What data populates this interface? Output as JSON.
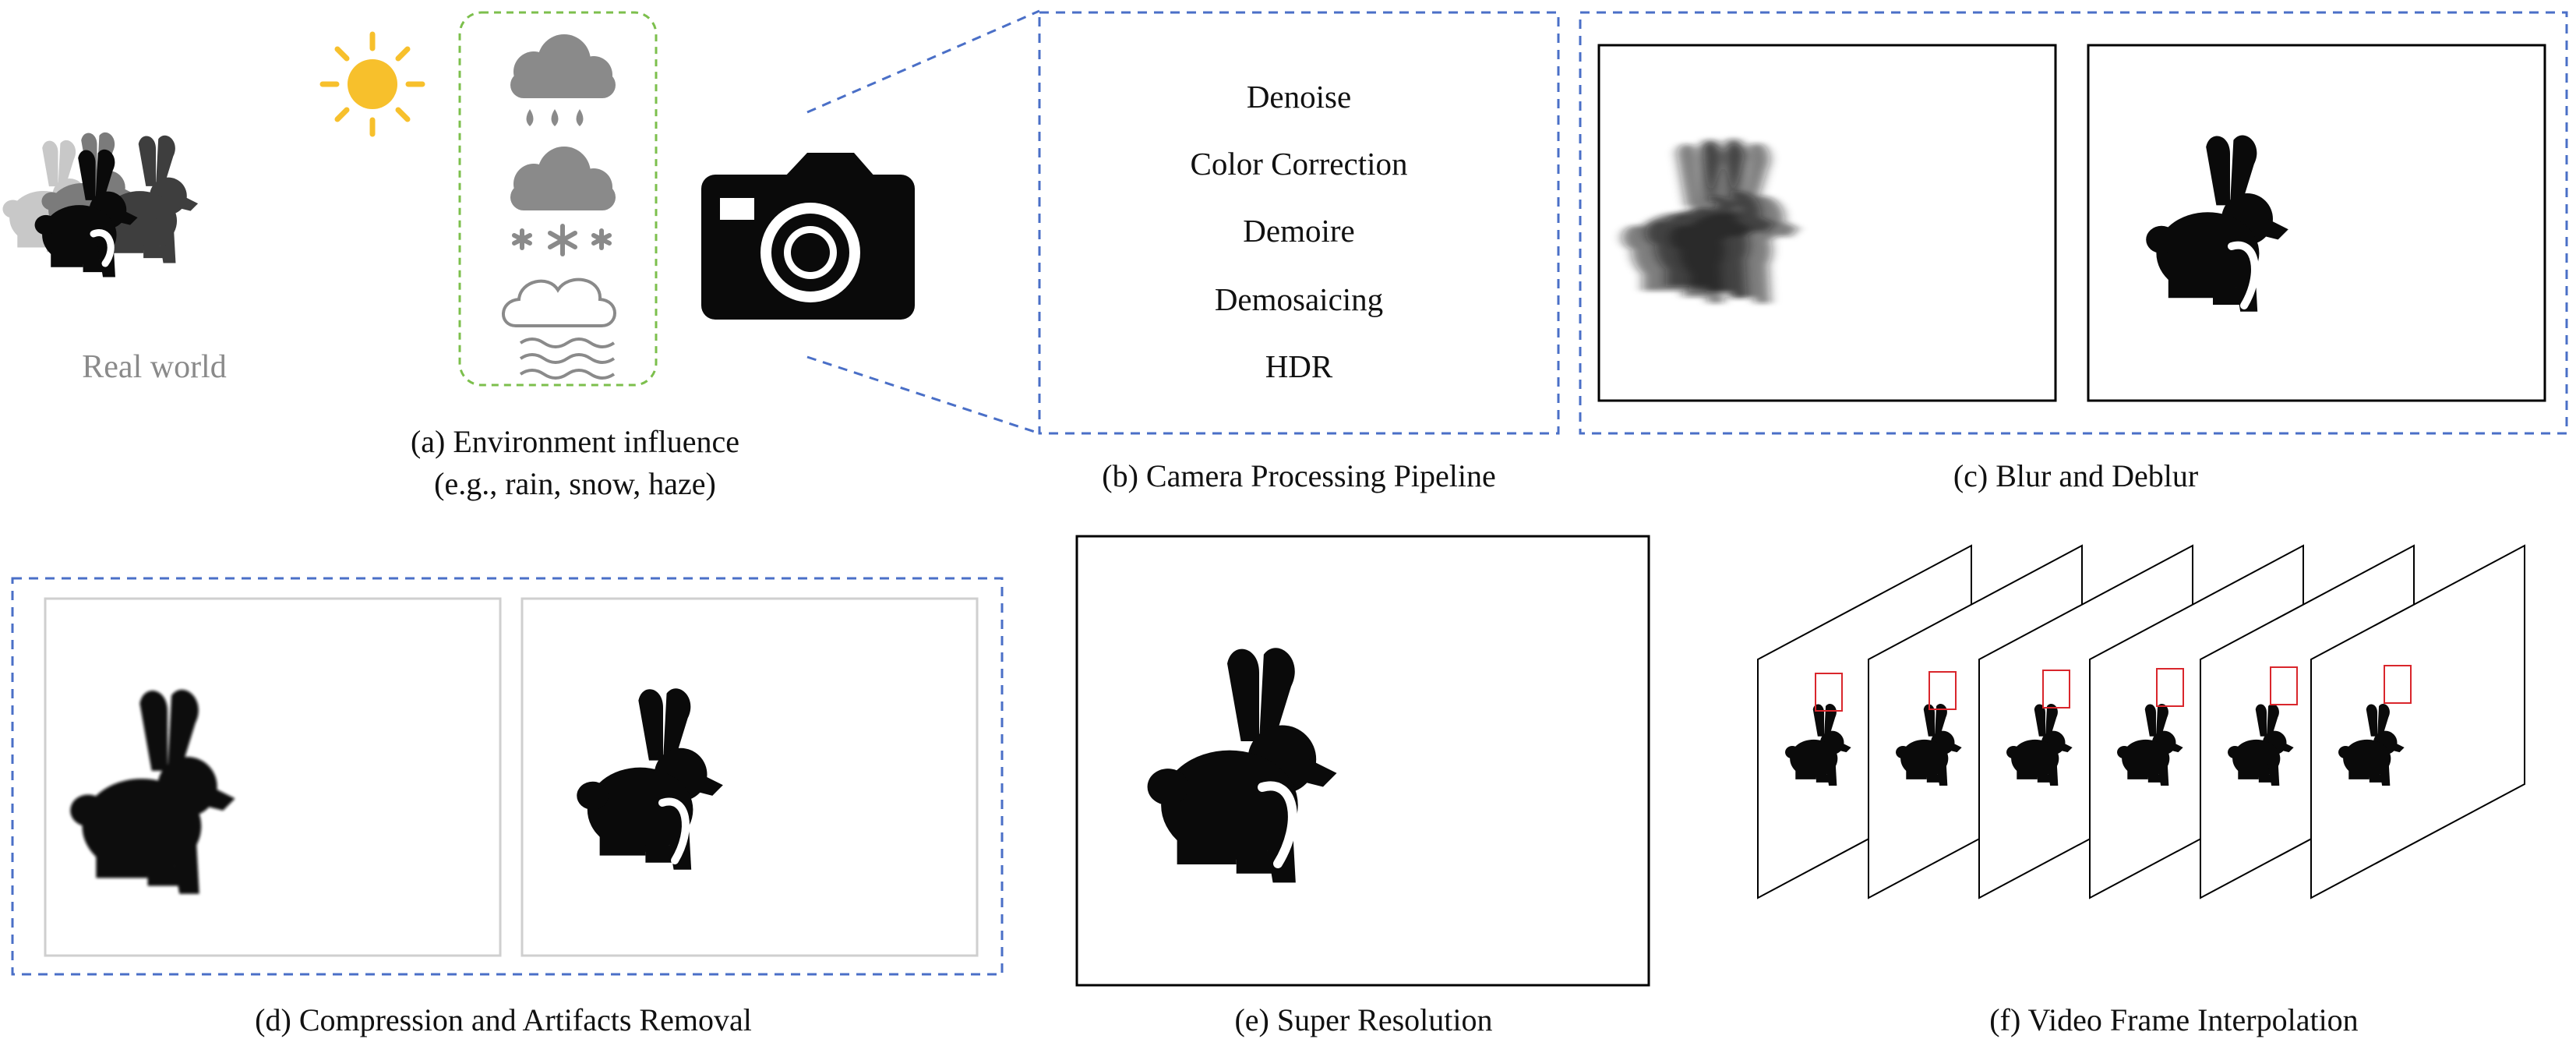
{
  "labels": {
    "real_world": "Real world",
    "pipeline_steps": [
      "Denoise",
      "Color Correction",
      "Demoire",
      "Demosaicing",
      "HDR"
    ]
  },
  "captions": {
    "a_line1": "(a) Environment influence",
    "a_line2": "(e.g., rain, snow, haze)",
    "b": "(b) Camera Processing Pipeline",
    "c": "(c) Blur and Deblur",
    "d": "(d) Compression and Artifacts Removal",
    "e": "(e) Super Resolution",
    "f": "(f) Video Frame Interpolation"
  },
  "icons": [
    "rabbit-icon",
    "sun-icon",
    "rain-cloud-icon",
    "snow-cloud-icon",
    "haze-cloud-icon",
    "camera-icon"
  ],
  "colors": {
    "dashed_box_blue": "#4a6fc7",
    "env_box_green": "#7cbf4c",
    "sun_yellow": "#f7c02c",
    "weather_gray": "#8a8a8a",
    "highlight_red": "#d9262c"
  }
}
